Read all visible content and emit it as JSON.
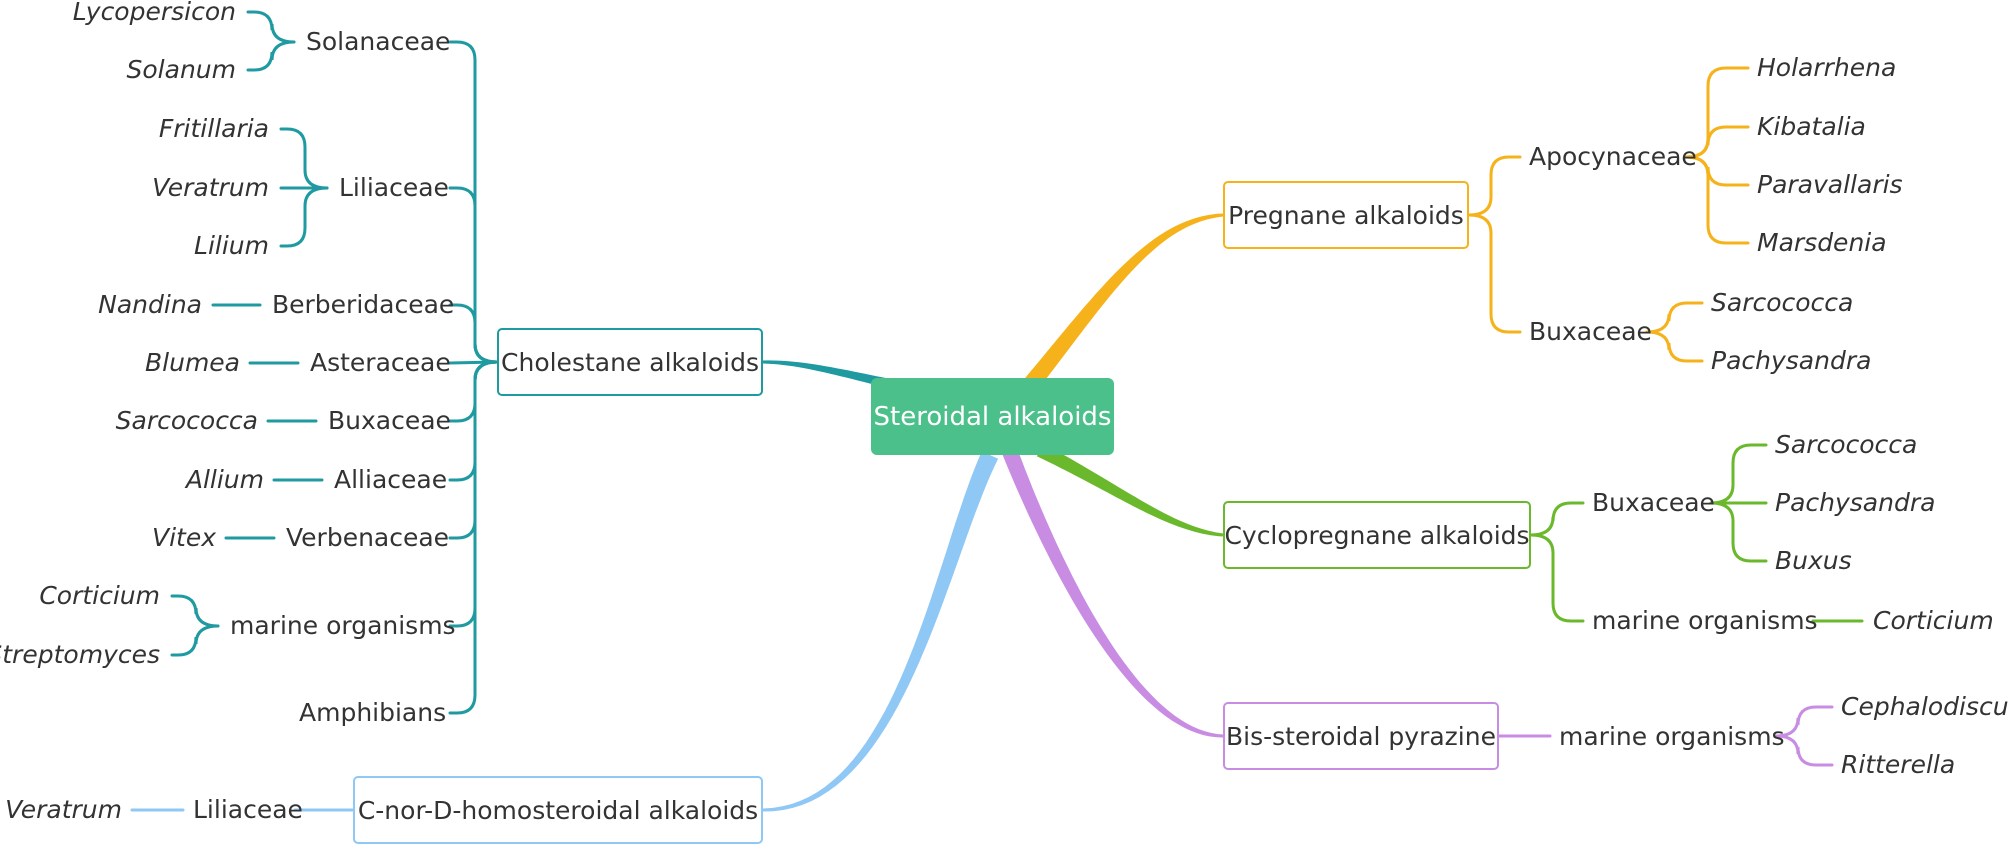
{
  "colors": {
    "center": "#4cc08a",
    "cholestane": "#1e9aa0",
    "pregnane": "#f5b21a",
    "cyclopregnane": "#6ab82c",
    "pyrazine": "#c98ce3",
    "homosteroidal": "#8fc7f5"
  },
  "center": {
    "label": "Steroidal alkaloids"
  },
  "cholestane": {
    "label": "Cholestane alkaloids",
    "families": [
      {
        "name": "Solanaceae",
        "genera": [
          "Lycopersicon",
          "Solanum"
        ]
      },
      {
        "name": "Liliaceae",
        "genera": [
          "Fritillaria",
          "Veratrum",
          "Lilium"
        ]
      },
      {
        "name": "Berberidaceae",
        "genera": [
          "Nandina"
        ]
      },
      {
        "name": "Asteraceae",
        "genera": [
          "Blumea"
        ]
      },
      {
        "name": "Buxaceae",
        "genera": [
          "Sarcococca"
        ]
      },
      {
        "name": "Alliaceae",
        "genera": [
          "Allium"
        ]
      },
      {
        "name": "Verbenaceae",
        "genera": [
          "Vitex"
        ]
      },
      {
        "name": "marine organisms",
        "genera": [
          "Corticium",
          "Streptomyces"
        ]
      },
      {
        "name": "Amphibians",
        "genera": []
      }
    ]
  },
  "homosteroidal": {
    "label": "C-nor-D-homosteroidal alkaloids",
    "families": [
      {
        "name": "Liliaceae",
        "genera": [
          "Veratrum"
        ]
      }
    ]
  },
  "pregnane": {
    "label": "Pregnane alkaloids",
    "families": [
      {
        "name": "Apocynaceae",
        "genera": [
          "Holarrhena",
          "Kibatalia",
          "Paravallaris",
          "Marsdenia"
        ]
      },
      {
        "name": "Buxaceae",
        "genera": [
          "Sarcococca",
          "Pachysandra"
        ]
      }
    ]
  },
  "cyclopregnane": {
    "label": "Cyclopregnane alkaloids",
    "families": [
      {
        "name": "Buxaceae",
        "genera": [
          "Sarcococca",
          "Pachysandra",
          "Buxus"
        ]
      },
      {
        "name": "marine organisms",
        "genera": [
          "Corticium"
        ]
      }
    ]
  },
  "pyrazine": {
    "label": "Bis-steroidal pyrazine",
    "families": [
      {
        "name": "marine organisms",
        "genera": [
          "Cephalodiscus",
          "Ritterella"
        ]
      }
    ]
  }
}
